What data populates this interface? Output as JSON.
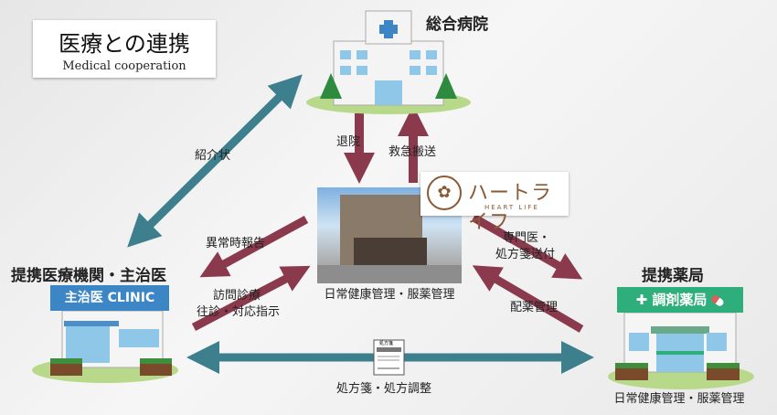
{
  "title": {
    "jp": "医療との連携",
    "en": "Medical cooperation"
  },
  "hospital": {
    "label": "総合病院"
  },
  "clinic": {
    "label": "提携医療機関・主治医",
    "sign": "主治医 CLINIC"
  },
  "pharmacy": {
    "label": "提携薬局",
    "sign": "調剤薬局",
    "caption": "日常健康管理・服薬管理"
  },
  "facility": {
    "caption": "日常健康管理・服薬管理",
    "logo_jp": "ハートライフ",
    "logo_en": "HEART LIFE"
  },
  "arrows": {
    "referral": "紹介状",
    "discharge": "退院",
    "emergency": "救急搬送",
    "abnormal_report": "異常時報告",
    "visit_line1": "訪問診療",
    "visit_line2": "往診・対応指示",
    "specialist_line1": "専門医・",
    "specialist_line2": "処方箋送付",
    "medication": "配薬管理",
    "prescription": "処方箋・処方調整",
    "prescription_icon_text": "処方箋"
  },
  "colors": {
    "teal": "#3d7f8c",
    "maroon": "#8b3a4e",
    "clinic_blue": "#3d86c6",
    "pharmacy_green": "#2eae7a"
  }
}
